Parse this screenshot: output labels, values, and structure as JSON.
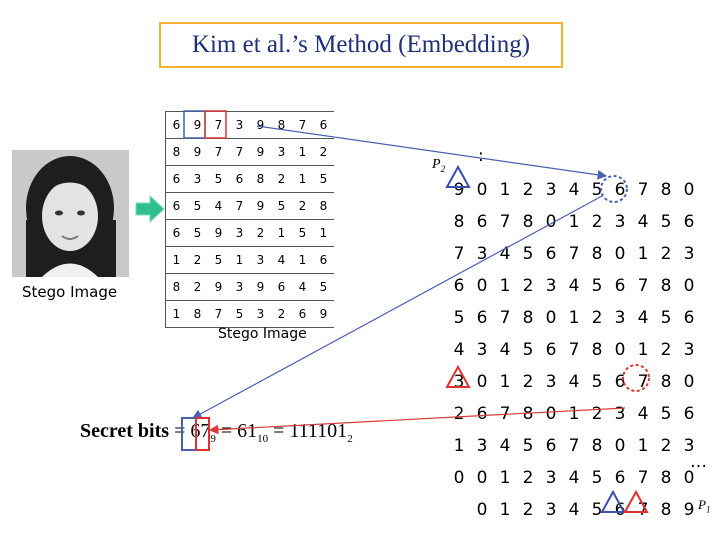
{
  "title": "Kim et al.’s Method (Embedding)",
  "stego_label_left": "Stego Image",
  "matrix_caption": "Stego Image",
  "matrix": [
    [
      "6",
      "9",
      "7",
      "3",
      "9",
      "8",
      "7",
      "6"
    ],
    [
      "8",
      "9",
      "7",
      "7",
      "9",
      "3",
      "1",
      "2"
    ],
    [
      "6",
      "3",
      "5",
      "6",
      "8",
      "2",
      "1",
      "5"
    ],
    [
      "6",
      "5",
      "4",
      "7",
      "9",
      "5",
      "2",
      "8"
    ],
    [
      "6",
      "5",
      "9",
      "3",
      "2",
      "1",
      "5",
      "1"
    ],
    [
      "1",
      "2",
      "5",
      "1",
      "3",
      "4",
      "1",
      "6"
    ],
    [
      "8",
      "2",
      "9",
      "3",
      "9",
      "6",
      "4",
      "5"
    ],
    [
      "1",
      "8",
      "7",
      "5",
      "3",
      "2",
      "6",
      "9"
    ]
  ],
  "secret": {
    "label": "Secret bits",
    "eq1": " = 6",
    "highlight": "7",
    "base9": "9",
    "eq2": " = 61",
    "base10": "10",
    "eq3": " = 111101",
    "base2": "2"
  },
  "axis": {
    "p2_label": "P",
    "p2_sub": "2",
    "p1_label": "P",
    "p1_sub": "1",
    "y_labels": [
      "9",
      "8",
      "7",
      "6",
      "5",
      "4",
      "3",
      "2",
      "1",
      "0"
    ],
    "x_labels": [
      "0",
      "1",
      "2",
      "3",
      "4",
      "5",
      "6",
      "7",
      "8",
      "9"
    ],
    "dots_top": ":",
    "dots_right": "…"
  },
  "grid_values": [
    [
      "0",
      "1",
      "2",
      "3",
      "4",
      "5",
      "6",
      "7",
      "8",
      "0"
    ],
    [
      "6",
      "7",
      "8",
      "0",
      "1",
      "2",
      "3",
      "4",
      "5",
      "6"
    ],
    [
      "3",
      "4",
      "5",
      "6",
      "7",
      "8",
      "0",
      "1",
      "2",
      "3"
    ],
    [
      "0",
      "1",
      "2",
      "3",
      "4",
      "5",
      "6",
      "7",
      "8",
      "0"
    ],
    [
      "6",
      "7",
      "8",
      "0",
      "1",
      "2",
      "3",
      "4",
      "5",
      "6"
    ],
    [
      "3",
      "4",
      "5",
      "6",
      "7",
      "8",
      "0",
      "1",
      "2",
      "3"
    ],
    [
      "0",
      "1",
      "2",
      "3",
      "4",
      "5",
      "6",
      "7",
      "8",
      "0"
    ],
    [
      "6",
      "7",
      "8",
      "0",
      "1",
      "2",
      "3",
      "4",
      "5",
      "6"
    ],
    [
      "3",
      "4",
      "5",
      "6",
      "7",
      "8",
      "0",
      "1",
      "2",
      "3"
    ],
    [
      "0",
      "1",
      "2",
      "3",
      "4",
      "5",
      "6",
      "7",
      "8",
      "0"
    ]
  ],
  "colors": {
    "title_border": "#f2b233",
    "title_text": "#1f2f7a",
    "arrow_blue": "#4a5fb4",
    "arrow_red": "#d93a3a",
    "arrow_green": "#2fbf8f",
    "highlight_red": "#e03030",
    "triangle_blue": "#3a4fb0"
  },
  "icons": {
    "photo": "stego-portrait-photo",
    "green_arrow": "green-right-arrow-icon"
  }
}
